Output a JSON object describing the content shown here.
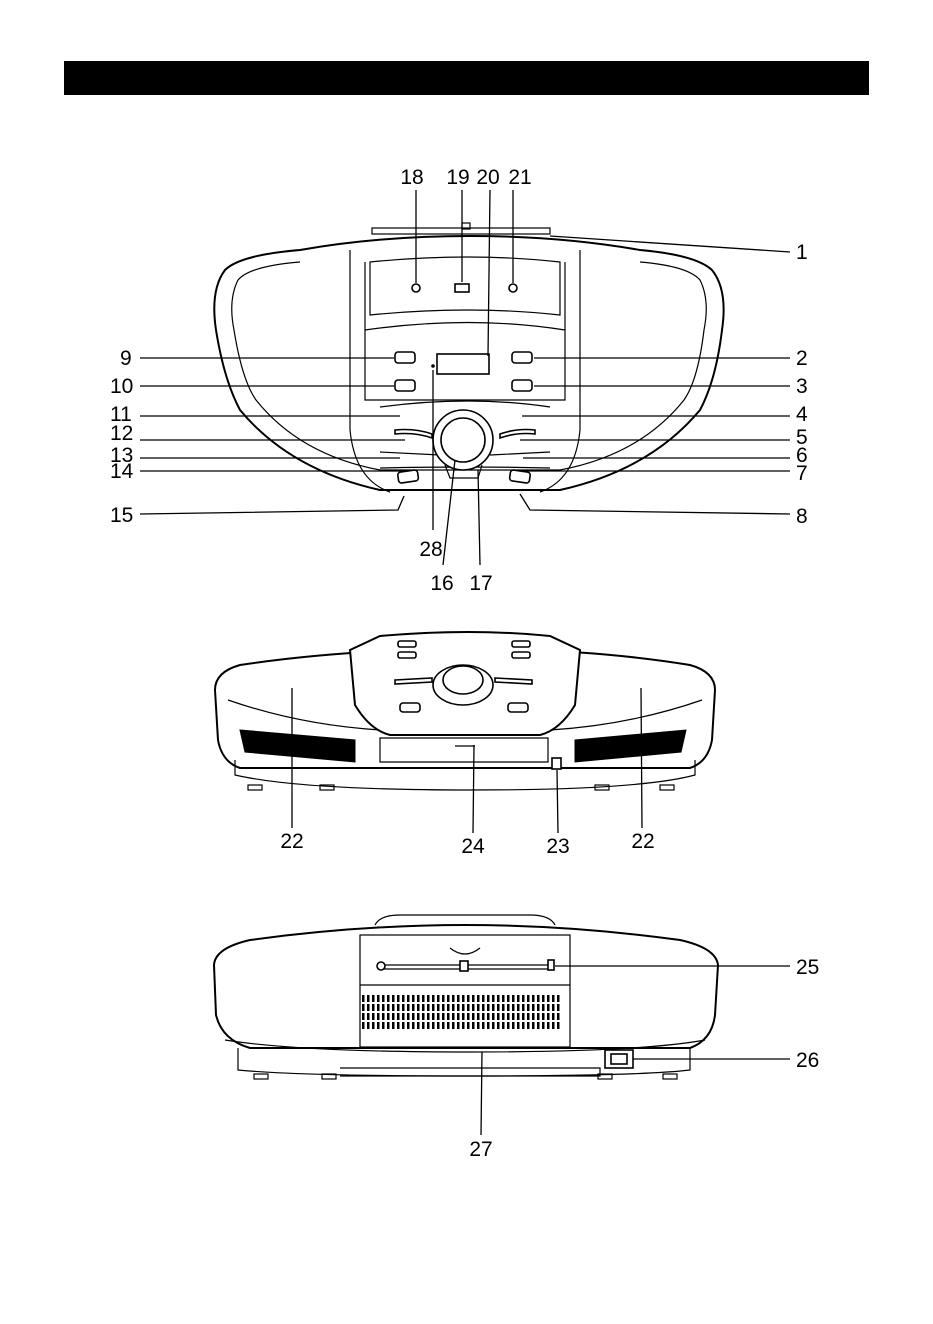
{
  "header": {
    "title": ""
  },
  "views": {
    "front": {
      "callouts": [
        {
          "id": "1",
          "text": "1"
        },
        {
          "id": "2",
          "text": "2"
        },
        {
          "id": "3",
          "text": "3"
        },
        {
          "id": "4",
          "text": "4"
        },
        {
          "id": "5",
          "text": "5"
        },
        {
          "id": "6",
          "text": "6"
        },
        {
          "id": "7",
          "text": "7"
        },
        {
          "id": "8",
          "text": "8"
        },
        {
          "id": "9",
          "text": "9"
        },
        {
          "id": "10",
          "text": "10"
        },
        {
          "id": "11",
          "text": "11"
        },
        {
          "id": "12",
          "text": "12"
        },
        {
          "id": "13",
          "text": "13"
        },
        {
          "id": "14",
          "text": "14"
        },
        {
          "id": "15",
          "text": "15"
        },
        {
          "id": "16",
          "text": "16"
        },
        {
          "id": "17",
          "text": "17"
        },
        {
          "id": "18",
          "text": "18"
        },
        {
          "id": "19",
          "text": "19"
        },
        {
          "id": "20",
          "text": "20"
        },
        {
          "id": "21",
          "text": "21"
        },
        {
          "id": "28",
          "text": "28"
        }
      ]
    },
    "top": {
      "callouts": [
        {
          "id": "22a",
          "text": "22"
        },
        {
          "id": "24",
          "text": "24"
        },
        {
          "id": "23",
          "text": "23"
        },
        {
          "id": "22b",
          "text": "22"
        }
      ]
    },
    "back": {
      "callouts": [
        {
          "id": "25",
          "text": "25"
        },
        {
          "id": "26",
          "text": "26"
        },
        {
          "id": "27",
          "text": "27"
        }
      ]
    }
  }
}
